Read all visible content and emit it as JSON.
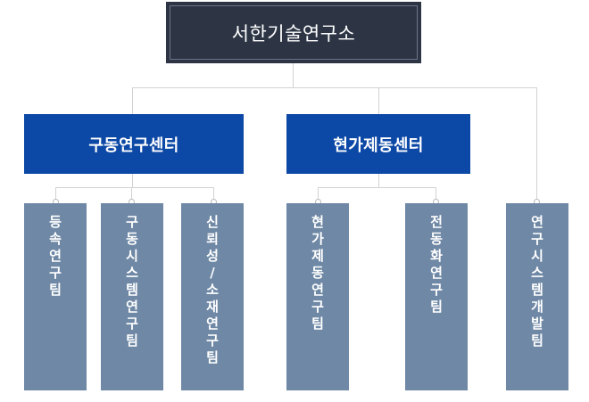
{
  "root": {
    "label": "서한기술연구소"
  },
  "centers": [
    {
      "label": "구동연구센터"
    },
    {
      "label": "현가제동센터"
    }
  ],
  "teams": [
    {
      "label": "등속연구팀"
    },
    {
      "label": "구동시스템연구팀"
    },
    {
      "label": "신뢰성/소재연구팀"
    },
    {
      "label": "현가제동연구팀"
    },
    {
      "label": "전동화연구팀"
    },
    {
      "label": "연구시스템개발팀"
    }
  ],
  "colors": {
    "root_bg": "#2d3545",
    "center_bg": "#0c48a5",
    "team_bg": "#6e88a5",
    "connector": "#d2d2d2"
  }
}
